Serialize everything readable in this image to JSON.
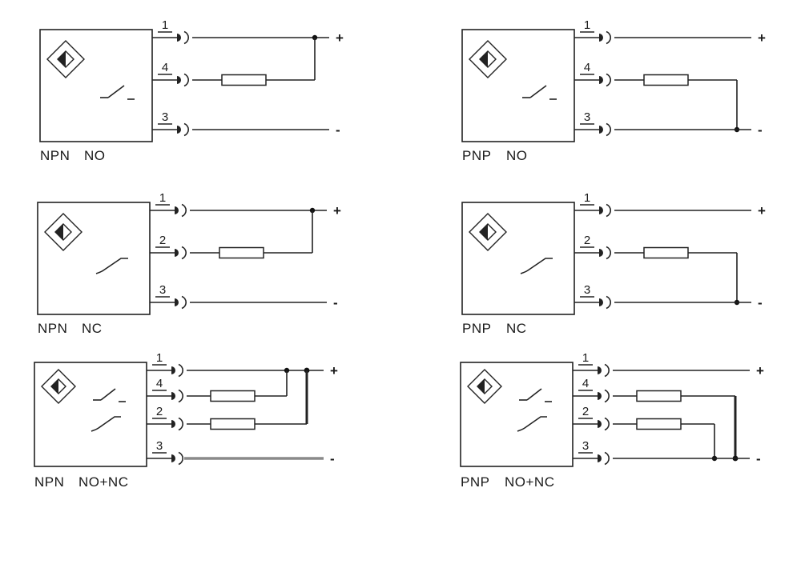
{
  "page": {
    "background": "#ffffff"
  },
  "colors": {
    "line": "#222222",
    "emphasis_gray": "#8a8a8a"
  },
  "diagrams": [
    {
      "id": "npn-no",
      "transistor_type": "NPN",
      "contact_type": "NO",
      "pins": [
        "1",
        "4",
        "3"
      ],
      "plus": "+",
      "minus": "-",
      "switches": [
        "NO"
      ],
      "load_connects_to": "plus"
    },
    {
      "id": "pnp-no",
      "transistor_type": "PNP",
      "contact_type": "NO",
      "pins": [
        "1",
        "4",
        "3"
      ],
      "plus": "+",
      "minus": "-",
      "switches": [
        "NO"
      ],
      "load_connects_to": "minus"
    },
    {
      "id": "npn-nc",
      "transistor_type": "NPN",
      "contact_type": "NC",
      "pins": [
        "1",
        "2",
        "3"
      ],
      "plus": "+",
      "minus": "-",
      "switches": [
        "NC"
      ],
      "load_connects_to": "plus"
    },
    {
      "id": "pnp-nc",
      "transistor_type": "PNP",
      "contact_type": "NC",
      "pins": [
        "1",
        "2",
        "3"
      ],
      "plus": "+",
      "minus": "-",
      "switches": [
        "NC"
      ],
      "load_connects_to": "minus"
    },
    {
      "id": "npn-no-nc",
      "transistor_type": "NPN",
      "contact_type": "NO+NC",
      "pins": [
        "1",
        "4",
        "2",
        "3"
      ],
      "plus": "+",
      "minus": "-",
      "switches": [
        "NO",
        "NC"
      ],
      "load_connects_to": "plus"
    },
    {
      "id": "pnp-no-nc",
      "transistor_type": "PNP",
      "contact_type": "NO+NC",
      "pins": [
        "1",
        "4",
        "2",
        "3"
      ],
      "plus": "+",
      "minus": "-",
      "switches": [
        "NO",
        "NC"
      ],
      "load_connects_to": "minus"
    }
  ]
}
